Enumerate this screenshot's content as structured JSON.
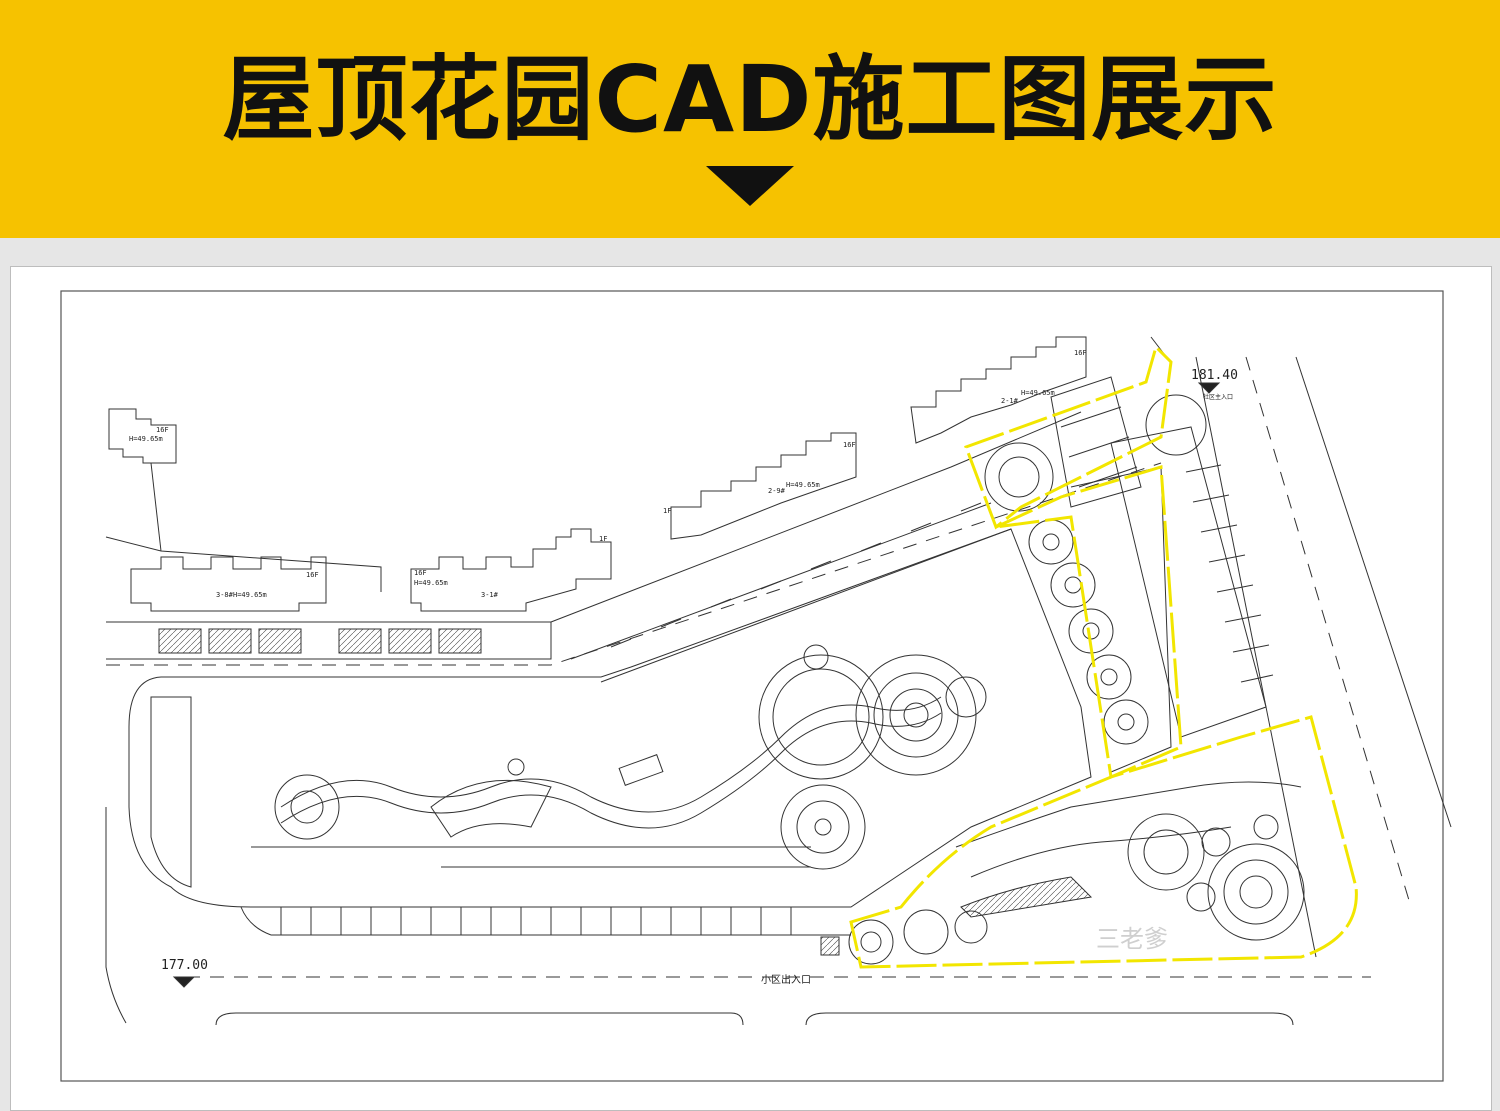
{
  "banner": {
    "title": "屋顶花园CAD施工图展示",
    "arrow_icon": "triangle-down-icon",
    "color": "#f6c200"
  },
  "plan": {
    "elevation_left": "177.00",
    "elevation_right": "181.40",
    "entrance_label": "小区出入口",
    "entrance_label_right": "社区主入口",
    "watermark": "三老爹",
    "highlight_color": "#f2e600",
    "buildings": [
      {
        "id": "3-8#",
        "height": "H=49.65m",
        "floors": "16F"
      },
      {
        "id": "3-1#",
        "height": "H=49.65m",
        "floors": "16F"
      },
      {
        "id": "2-9#",
        "height": "H=49.65m",
        "floors": "16F"
      },
      {
        "id": "2-1#",
        "height": "H=49.65m",
        "floors": "16F"
      },
      {
        "floors": "16F",
        "height": "H=49.65m"
      }
    ],
    "extra_floor_marks": [
      "1F",
      "1F"
    ]
  }
}
